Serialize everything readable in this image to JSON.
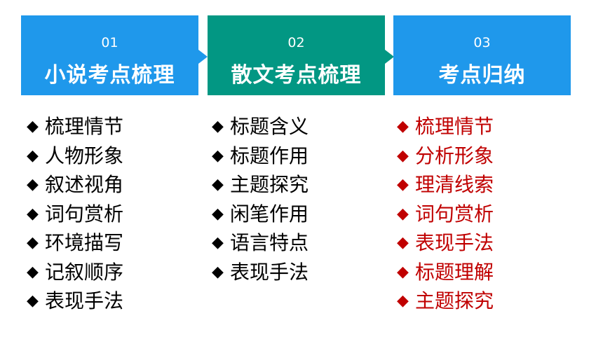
{
  "steps": [
    {
      "num": "01",
      "title": "小说考点梳理",
      "color": "#1f98eb"
    },
    {
      "num": "02",
      "title": "散文考点梳理",
      "color": "#029783"
    },
    {
      "num": "03",
      "title": "考点归纳",
      "color": "#1f98eb"
    }
  ],
  "bullet": "◆",
  "columns": [
    {
      "color": "#000000",
      "items": [
        "梳理情节",
        "人物形象",
        "叙述视角",
        "词句赏析",
        "环境描写",
        "记叙顺序",
        "表现手法"
      ]
    },
    {
      "color": "#000000",
      "items": [
        "标题含义",
        "标题作用",
        "主题探究",
        "闲笔作用",
        "语言特点",
        "表现手法"
      ]
    },
    {
      "color": "#c00000",
      "items": [
        "梳理情节",
        "分析形象",
        "理清线索",
        "词句赏析",
        "表现手法",
        "标题理解",
        "主题探究"
      ]
    }
  ]
}
